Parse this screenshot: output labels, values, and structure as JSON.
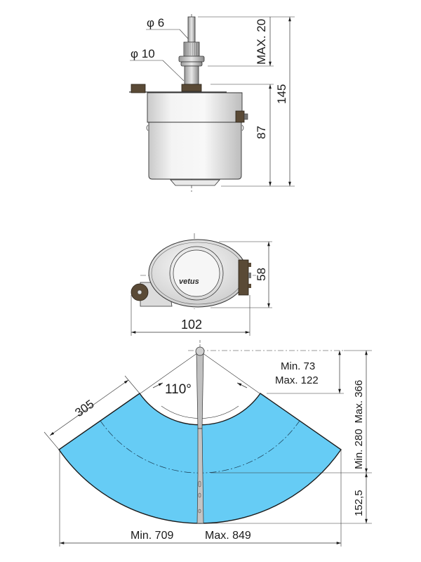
{
  "colors": {
    "sweep_fill": "#66CCF5",
    "bracket": "#5a4a36",
    "body_light": "#f2f2f2",
    "body_shade": "#c8c8c8",
    "line": "#1a1a1a"
  },
  "side_view": {
    "shaft_diameter_label": "φ 6",
    "spindle_diameter_label": "φ 10",
    "shaft_length_label": "MAX. 20",
    "total_height_label": "145",
    "body_height_label": "87"
  },
  "top_view": {
    "logo_text": "vetus",
    "width_label": "102",
    "depth_label": "58"
  },
  "sweep_view": {
    "angle_label": "110°",
    "blade_length_label": "305",
    "pivot_offset_min_label": "Min. 73",
    "pivot_offset_max_label": "Max. 122",
    "sweep_height_label_min": "Min. 280",
    "sweep_height_label_max": "Max. 366",
    "bottom_offset_label": "152,5",
    "width_min_label": "Min. 709",
    "width_max_label": "Max. 849"
  }
}
